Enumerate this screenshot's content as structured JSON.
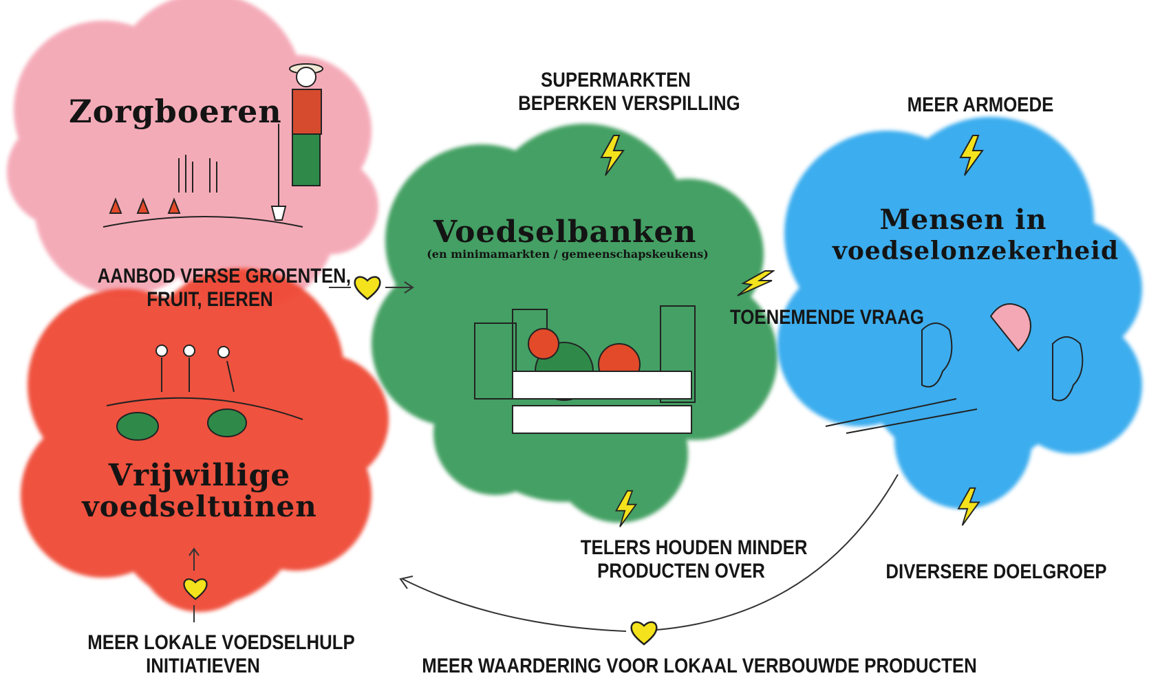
{
  "clouds": {
    "zorgboeren": {
      "title": "Zorgboeren",
      "color": "#f4a7b5"
    },
    "vrijwillige": {
      "title_line1": "Vrijwillige",
      "title_line2": "voedseltuinen",
      "color": "#ef4a35"
    },
    "voedselbanken": {
      "title": "Voedselbanken",
      "subtitle": "(en minimamarkten / gemeenschapskeukens)",
      "color": "#3a9b5c"
    },
    "mensen": {
      "title_line1": "Mensen in",
      "title_line2": "voedselonzekerheid",
      "color": "#31a9ee"
    }
  },
  "labels": {
    "aanbod": {
      "line1": "AANBOD VERSE GROENTEN,",
      "line2": "FRUIT, EIEREN"
    },
    "supermarkten": {
      "line1": "SUPERMARKTEN",
      "line2": "BEPERKEN VERSPILLING"
    },
    "armoede": {
      "line1": "MEER ARMOEDE"
    },
    "vraag": {
      "line1": "TOENEMENDE VRAAG"
    },
    "telers": {
      "line1": "TELERS HOUDEN MINDER",
      "line2": "PRODUCTEN OVER"
    },
    "doelgroep": {
      "line1": "DIVERSERE DOELGROEP"
    },
    "lokale": {
      "line1": "MEER LOKALE VOEDSELHULP",
      "line2": "INITIATIEVEN"
    },
    "waardering": {
      "line1": "MEER WAARDERING VOOR LOKAAL VERBOUWDE PRODUCTEN"
    }
  },
  "icons": {
    "heart": "heart-icon",
    "lightning": "lightning-icon",
    "heart_color": "#f4e31c",
    "lightning_color": "#f4e31c"
  }
}
